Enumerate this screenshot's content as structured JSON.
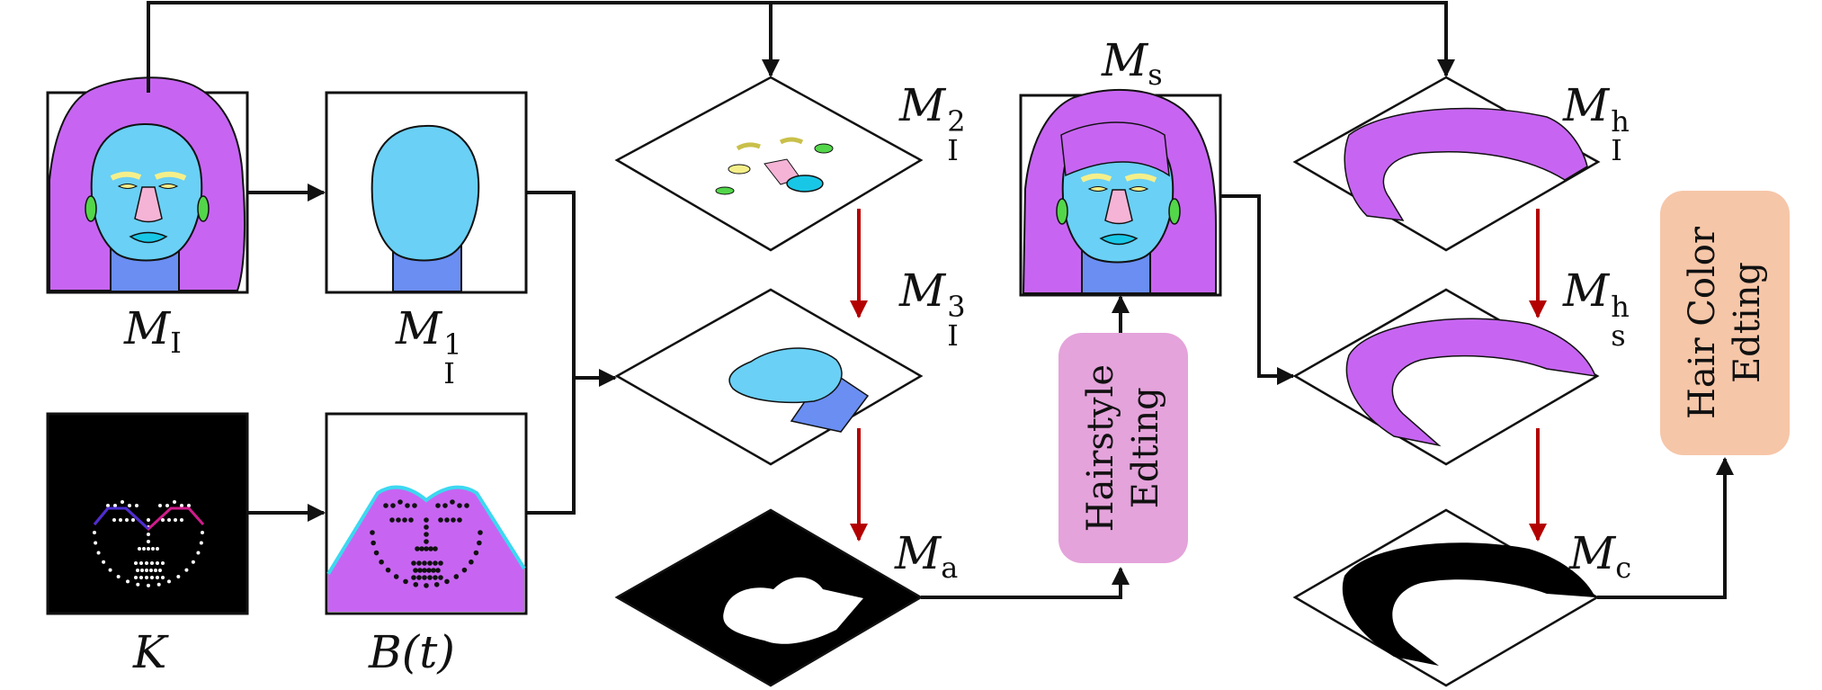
{
  "labels": {
    "mi": "M",
    "mi_sub": "I",
    "mi1_main": "M",
    "mi1_sub": "I",
    "mi1_sup": "1",
    "k": "K",
    "bt": "B(t)",
    "mi2_main": "M",
    "mi2_sub": "I",
    "mi2_sup": "2",
    "mi3_main": "M",
    "mi3_sub": "I",
    "mi3_sup": "3",
    "ma_main": "M",
    "ma_sub": "a",
    "ms_main": "M",
    "ms_sub": "s",
    "mih_main": "M",
    "mih_sub": "I",
    "mih_sup": "h",
    "msh_main": "M",
    "msh_sub": "s",
    "msh_sup": "h",
    "mc_main": "M",
    "mc_sub": "c"
  },
  "boxes": {
    "hairstyle_line1": "Hairstyle",
    "hairstyle_line2": "Edting",
    "haircolor_line1": "Hair Color",
    "haircolor_line2": "Edting"
  },
  "colors": {
    "hair": "#c765f2",
    "skin": "#6ad0f5",
    "neck": "#6a8ef2",
    "nose": "#f5b4d6",
    "brow": "#f5ef8a",
    "ear": "#53d64a",
    "lips": "#18c7e6",
    "hairstyle_box": "#e4a3db",
    "haircolor_box": "#f6c6a8",
    "red_arrow": "#b30000"
  }
}
